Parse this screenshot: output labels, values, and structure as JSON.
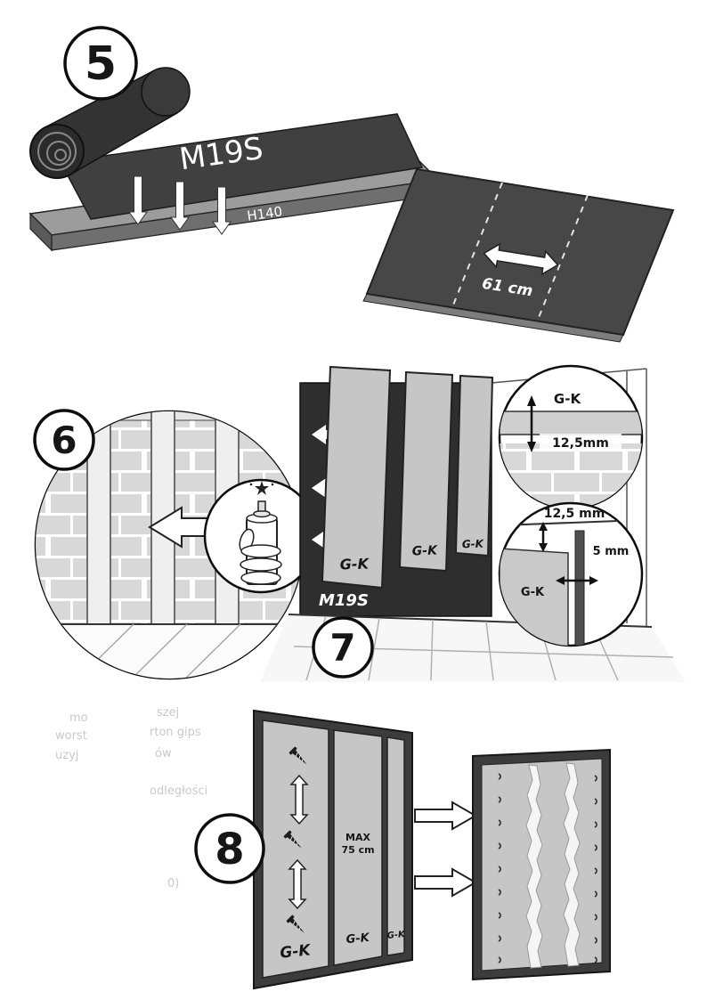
{
  "colors": {
    "sheet_dark": "#404040",
    "panel_dark": "#474747",
    "insulation_dark": "#2e2e2e",
    "board_grey": "#c6c6c6",
    "frame_dark": "#3c3c3c",
    "arrow_white": "#ffffff",
    "outline": "#1c1c1c"
  },
  "step5": {
    "number": "5",
    "roll_label": "M19S",
    "underlay_label": "H140",
    "panel_width": "61 cm"
  },
  "step6": {
    "number": "6"
  },
  "step7": {
    "number": "7",
    "boards": [
      "G-K",
      "G-K",
      "G-K"
    ],
    "insulation_label": "M19S",
    "detail_top": {
      "board_label": "G-K",
      "thickness": "12,5mm"
    },
    "detail_bottom": {
      "top_gap": "12,5 mm",
      "side_gap": "5 mm",
      "board_label": "G-K"
    }
  },
  "step8": {
    "number": "8",
    "max_line1": "MAX",
    "max_line2": "75 cm",
    "boards": [
      "G-K",
      "G-K",
      "G-K"
    ]
  },
  "watermark": [
    "mo",
    "szej",
    "worst",
    "rton gips",
    "uzyj",
    "ów",
    "odległości",
    "0)"
  ]
}
